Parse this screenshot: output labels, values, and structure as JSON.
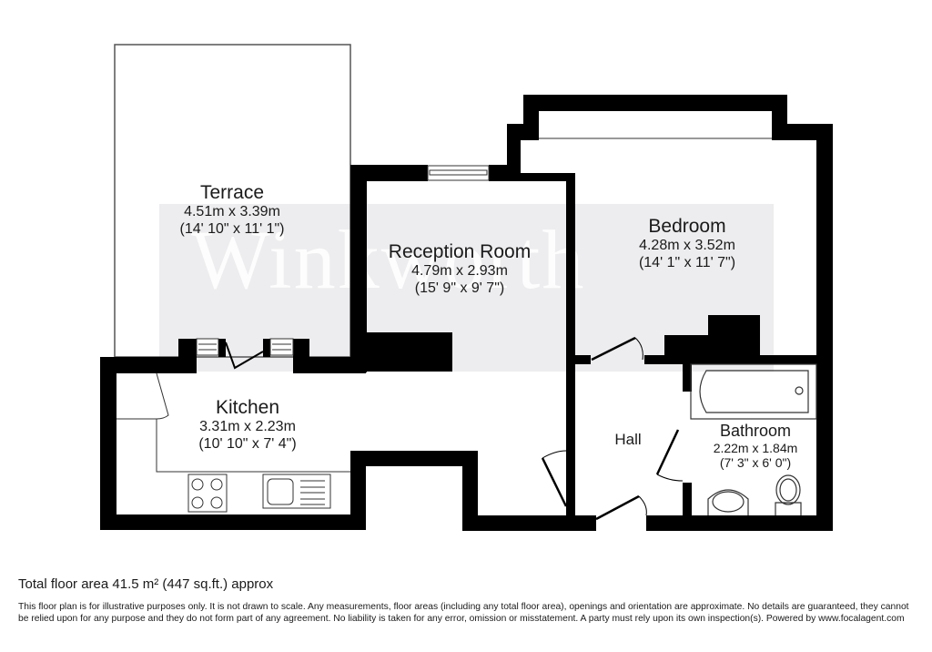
{
  "watermark": "Winkworth",
  "rooms": {
    "terrace": {
      "name": "Terrace",
      "metric": "4.51m x 3.39m",
      "imperial": "(14' 10\" x 11' 1\")"
    },
    "reception": {
      "name": "Reception Room",
      "metric": "4.79m x 2.93m",
      "imperial": "(15' 9\" x 9' 7\")"
    },
    "bedroom": {
      "name": "Bedroom",
      "metric": "4.28m x 3.52m",
      "imperial": "(14' 1\" x 11' 7\")"
    },
    "kitchen": {
      "name": "Kitchen",
      "metric": "3.31m x 2.23m",
      "imperial": "(10' 10\" x 7' 4\")"
    },
    "hall": {
      "name": "Hall"
    },
    "bathroom": {
      "name": "Bathroom",
      "metric": "2.22m x 1.84m",
      "imperial": "(7' 3\" x 6' 0\")"
    }
  },
  "footer": {
    "total_area": "Total floor area 41.5 m² (447 sq.ft.) approx",
    "disclaimer": "This floor plan is for illustrative purposes only. It is not drawn to scale. Any measurements, floor areas (including any total floor area), openings and orientation are approximate. No details are guaranteed, they cannot be relied upon for any purpose and they do not form part of any agreement. No liability is taken for any error, omission or misstatement. A party must rely upon its own inspection(s). Powered by www.focalagent.com"
  },
  "colors": {
    "wall": "#000000",
    "watermark_band": "#e6e6e9",
    "text": "#1a1a1a"
  }
}
